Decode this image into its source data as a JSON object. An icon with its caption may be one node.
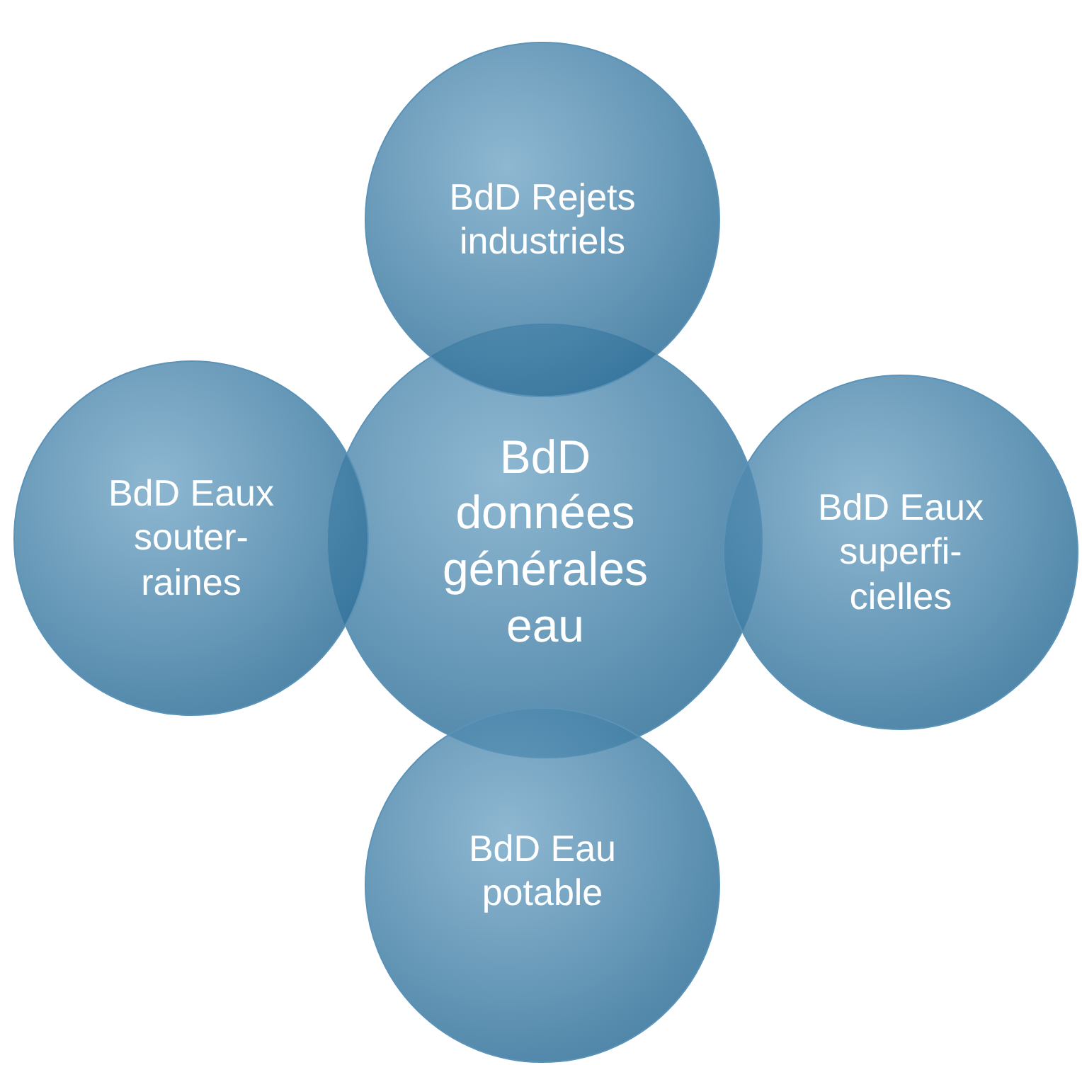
{
  "diagram": {
    "nodes": [
      {
        "text": [
          "BdD données générales eau"
        ]
      },
      {
        "text": [
          "BdD Rejets industriels"
        ]
      },
      {
        "text": [
          "BdD Eaux souter-raines"
        ]
      },
      {
        "text": [
          "BdD Eaux superfi-cielles"
        ]
      },
      {
        "text": [
          "BdD Eau potable"
        ]
      }
    ]
  }
}
